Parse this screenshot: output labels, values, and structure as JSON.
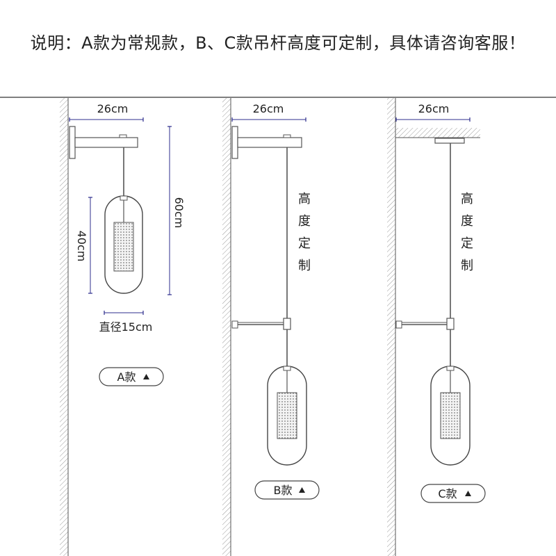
{
  "note": "说明：A款为常规款，B、C款吊杆高度可定制，具体请咨询客服！",
  "models": {
    "a": {
      "label": "A款",
      "width": "26cm",
      "total_height": "60cm",
      "body_height": "40cm",
      "diameter": "直径15cm"
    },
    "b": {
      "label": "B款",
      "width": "26cm",
      "custom_height": [
        "高",
        "度",
        "定",
        "制"
      ]
    },
    "c": {
      "label": "C款",
      "width": "26cm",
      "custom_height": [
        "高",
        "度",
        "定",
        "制"
      ]
    }
  },
  "toggle_icon": "up-triangle-icon",
  "colors": {
    "line": "#555555",
    "dimension": "#2c2c8c",
    "wall_hatch": "#9a9a9a",
    "glass": "#444444"
  }
}
